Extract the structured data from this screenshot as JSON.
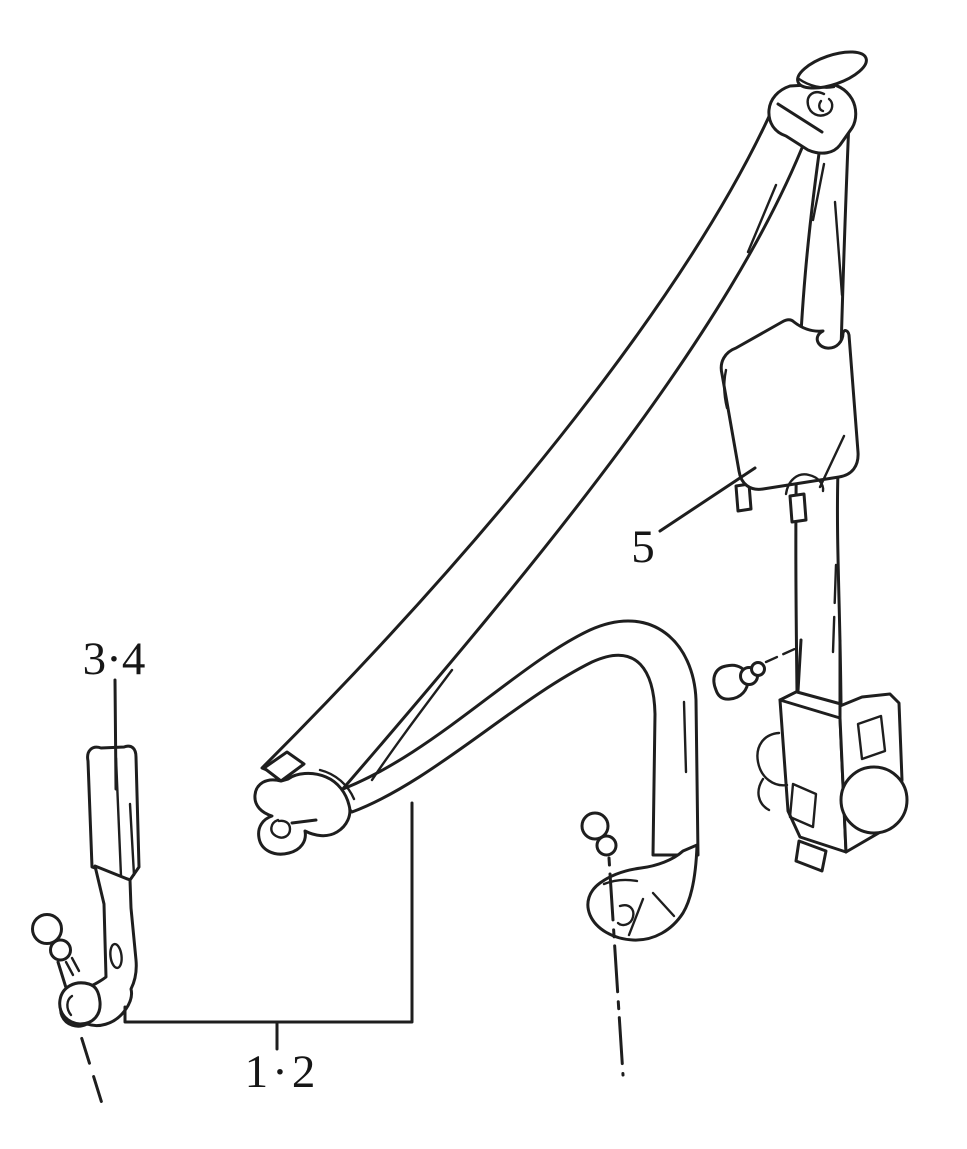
{
  "diagram": {
    "background_color": "#ffffff",
    "line_color": "#1e1e1e",
    "label_color": "#161616",
    "part_labels": [
      {
        "text": "3·4",
        "part": "floor-anchor-bracket-with-sleeve"
      },
      {
        "text": "5",
        "part": "shoulder-belt-pad"
      },
      {
        "text": "1·2",
        "part": "outer-seat-belt-assembly"
      }
    ]
  }
}
